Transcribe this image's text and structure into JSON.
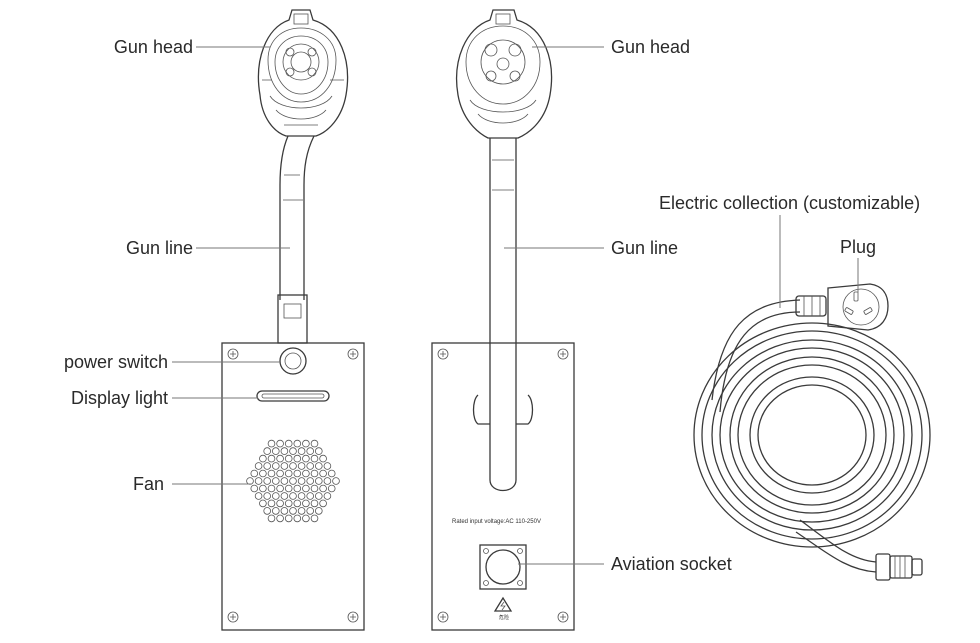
{
  "labels": {
    "front_gun_head": "Gun head",
    "front_gun_line": "Gun line",
    "power_switch": "power switch",
    "display_light": "Display light",
    "fan": "Fan",
    "back_gun_head": "Gun head",
    "back_gun_line": "Gun line",
    "aviation_socket": "Aviation socket",
    "electric_collection": "Electric collection (customizable)",
    "plug": "Plug"
  },
  "back_panel": {
    "rated_voltage": "Rated input voltage:AC 110-250V",
    "warning_caption": "危险"
  },
  "colors": {
    "line": "#3a3a3a",
    "leader": "#777777",
    "text": "#2a2a2a"
  }
}
